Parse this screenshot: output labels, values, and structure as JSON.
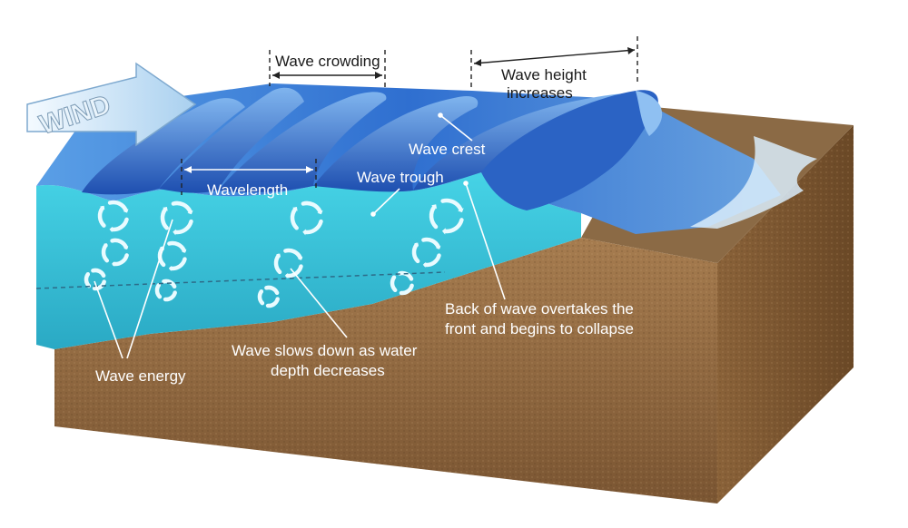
{
  "wind_label": "WIND",
  "labels": {
    "wave_crowding": "Wave crowding",
    "wave_height_line1": "Wave height",
    "wave_height_line2": "increases",
    "wave_crest": "Wave crest",
    "wave_trough": "Wave trough",
    "wavelength": "Wavelength",
    "back_of_wave_line1": "Back of wave overtakes the",
    "back_of_wave_line2": "front and begins to collapse",
    "wave_slows_line1": "Wave slows down as water",
    "wave_slows_line2": "depth decreases",
    "wave_energy": "Wave energy"
  },
  "colors": {
    "water_surface": "#2f6fd0",
    "water_side": "#3ec7dc",
    "sand": "#9a7146",
    "sand_dark": "#6d4d2c",
    "wind_arrow": "#cfe6f7"
  }
}
